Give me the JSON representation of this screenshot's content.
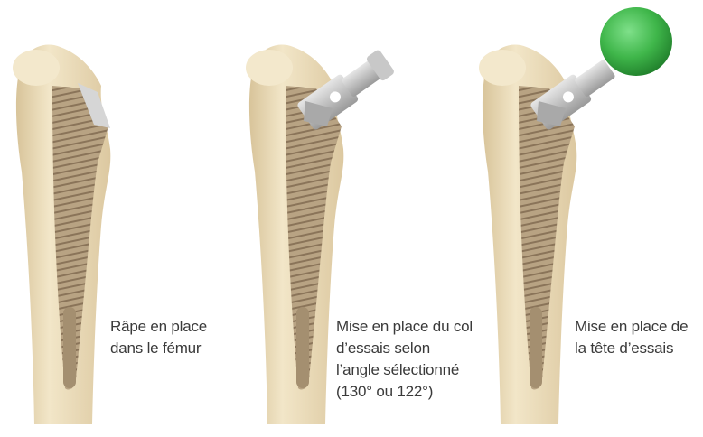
{
  "figures": [
    {
      "id": "rasp",
      "caption_lines": [
        "Râpe en place",
        "dans le fémur"
      ]
    },
    {
      "id": "neck",
      "caption_lines": [
        "Mise en place du col",
        "d’essais selon",
        " l’angle sélectionné",
        "(130° ou 122°)"
      ]
    },
    {
      "id": "head",
      "caption_lines": [
        "Mise en place de",
        "la tête d’essais"
      ]
    }
  ],
  "colors": {
    "bone": "#eedfbe",
    "bone_shade": "#d9c59c",
    "rasp": "#b39f7f",
    "rasp_teeth": "#8c7860",
    "metal": "#c9c9c9",
    "metal_dark": "#8e8e8e",
    "trial_head": "#3fb64a",
    "caption_text": "#3a3a3a"
  },
  "icons": [
    "femur-bone",
    "rasp-broach",
    "trial-neck",
    "trial-head-ball"
  ]
}
